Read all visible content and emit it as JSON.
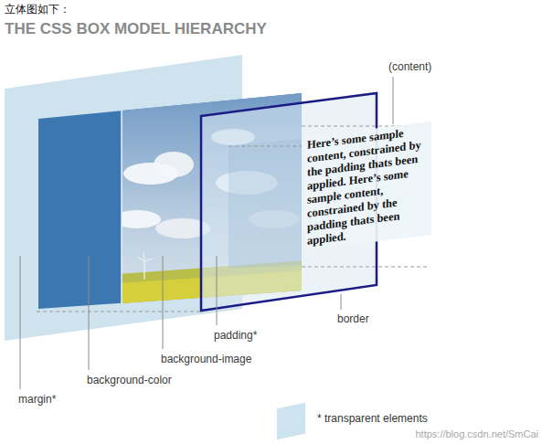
{
  "diagram": {
    "title": "THE CSS BOX MODEL HIERARCHY",
    "labels": [
      "立体图如下：",
      "(content)",
      "Here’s some sample content, constrained by the padding thats been applied. Here’s some sample content, constrained by the padding thats been applied.",
      "padding*",
      "border",
      "background-image",
      "background-color",
      "margin*",
      "https://blog.csdn.net/SmCai"
    ],
    "legend": [
      {
        "text": "* transparent elements",
        "color": "#cde3ef"
      }
    ]
  }
}
